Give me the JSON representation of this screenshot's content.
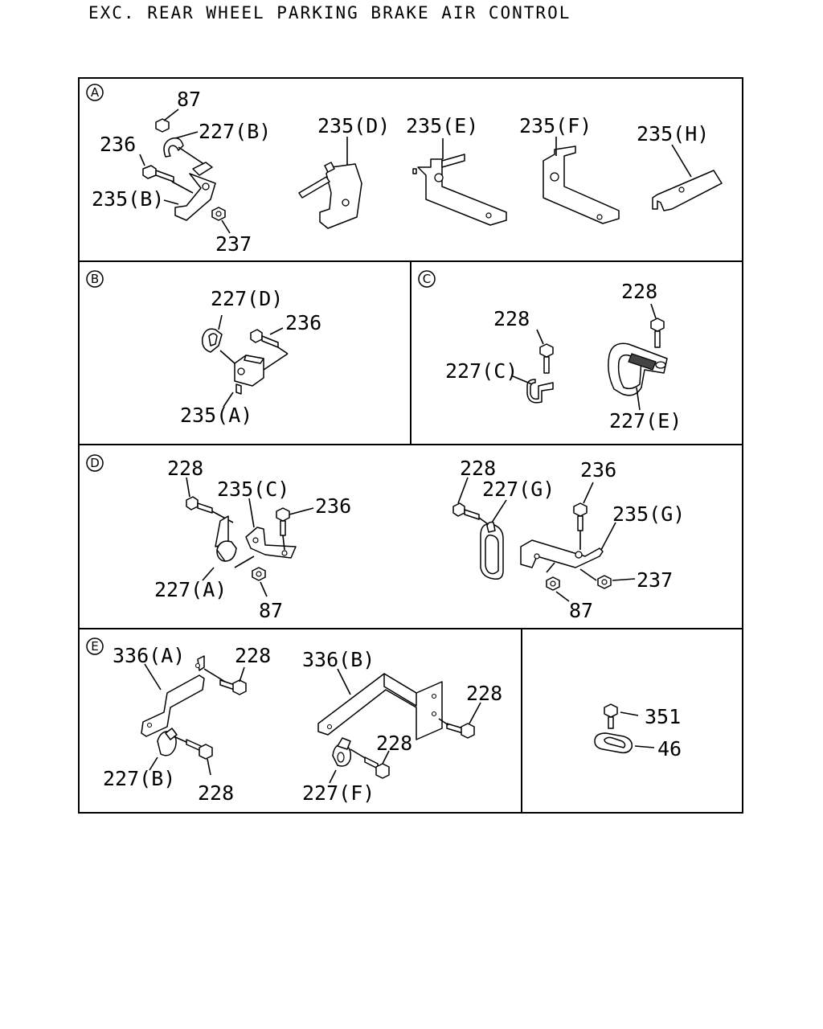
{
  "title": "EXC. REAR WHEEL PARKING BRAKE AIR CONTROL",
  "sections": {
    "A": {
      "marker": "A",
      "labels": [
        "87",
        "227(B)",
        "236",
        "235(B)",
        "237",
        "235(D)",
        "235(E)",
        "235(F)",
        "235(H)"
      ]
    },
    "B": {
      "marker": "B",
      "labels": [
        "227(D)",
        "236",
        "235(A)"
      ]
    },
    "C": {
      "marker": "C",
      "labels": [
        "228",
        "227(C)",
        "228",
        "227(E)"
      ]
    },
    "D": {
      "marker": "D",
      "labels": [
        "228",
        "235(C)",
        "236",
        "227(A)",
        "87",
        "228",
        "227(G)",
        "236",
        "235(G)",
        "237",
        "87"
      ]
    },
    "E": {
      "marker": "E",
      "labels": [
        "336(A)",
        "228",
        "227(B)",
        "228",
        "336(B)",
        "228",
        "228",
        "227(F)"
      ]
    },
    "F": {
      "labels": [
        "351",
        "46"
      ]
    }
  }
}
